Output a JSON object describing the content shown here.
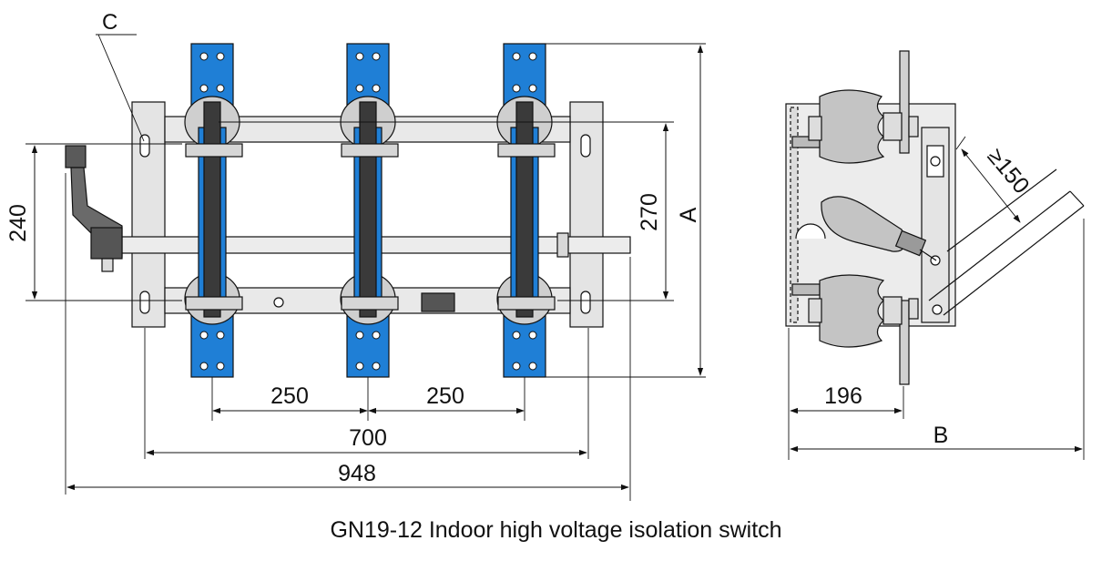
{
  "caption": "GN19-12 Indoor high voltage isolation switch",
  "labels": {
    "c": "C",
    "a": "A",
    "b": "B"
  },
  "dimensions": {
    "pole_spacing_1": "250",
    "pole_spacing_2": "250",
    "frame_width": "700",
    "overall_width": "948",
    "bolt_spacing": "240",
    "terminal_spacing": "270",
    "side_depth": "196",
    "clearance": "≥150"
  },
  "colors": {
    "terminal_blue": "#1f7fd6",
    "frame_gray": "#e6e6e6",
    "blade_dark": "#3a3a3a",
    "insulator_gray": "#c4c4c4",
    "line": "#111111"
  }
}
